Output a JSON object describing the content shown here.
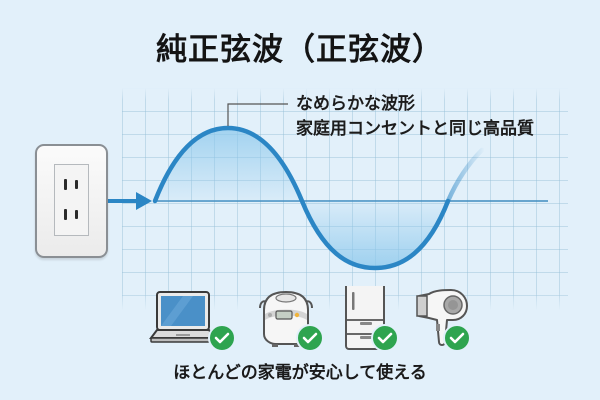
{
  "title": "純正弦波（正弦波）",
  "callout": {
    "line1": "なめらかな波形",
    "line2": "家庭用コンセントと同じ高品質"
  },
  "source": {
    "icon": "power-outlet-icon",
    "arrow": "arrow-right-icon"
  },
  "waveform": {
    "type": "sine",
    "color": "#2b86c5",
    "fill_color": "#8cc8ec",
    "baseline_color": "#3f8cc0"
  },
  "appliances": [
    {
      "name": "laptop",
      "icon": "laptop-icon",
      "status": "check-icon"
    },
    {
      "name": "rice-cooker",
      "icon": "rice-cooker-icon",
      "status": "check-icon"
    },
    {
      "name": "refrigerator",
      "icon": "refrigerator-icon",
      "status": "check-icon"
    },
    {
      "name": "hair-dryer",
      "icon": "hair-dryer-icon",
      "status": "check-icon"
    }
  ],
  "colors": {
    "background": "#e2f0fa",
    "check": "#2ea44f",
    "accent": "#2b86c5"
  },
  "footer": "ほとんどの家電が安心して使える"
}
